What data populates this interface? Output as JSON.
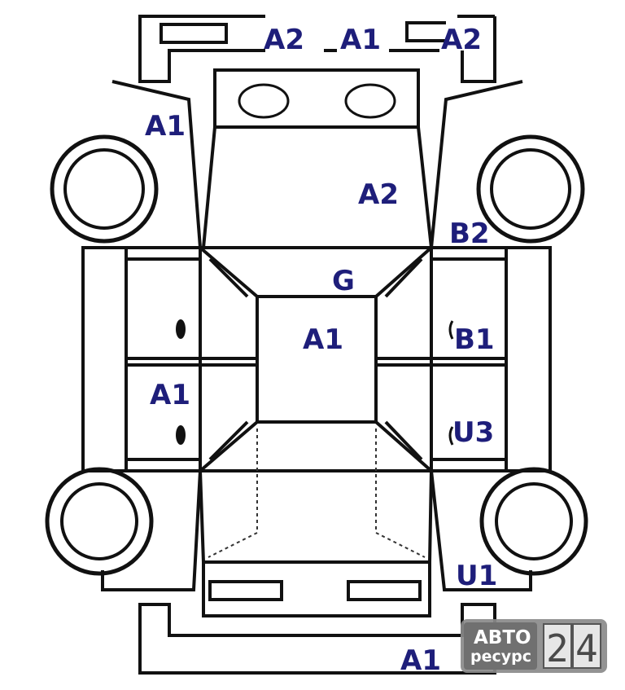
{
  "labels": {
    "top_bumper_left": "A2",
    "top_bumper_mid": "A1",
    "top_bumper_right": "A2",
    "left_front_fender": "A1",
    "hood": "A2",
    "right_front_fender": "B2",
    "windshield": "G",
    "roof": "A1",
    "right_front_door": "B1",
    "left_rear_door": "A1",
    "right_rear_door": "U3",
    "right_rear_fender": "U1",
    "rear_bumper": "A1"
  },
  "logo": {
    "line1": "АВТО",
    "line2": "ресурс",
    "digit1": "2",
    "digit2": "4"
  },
  "colors": {
    "label": "#1e1e7a",
    "outline": "#111111",
    "logo_bg": "#8a8a8a"
  }
}
